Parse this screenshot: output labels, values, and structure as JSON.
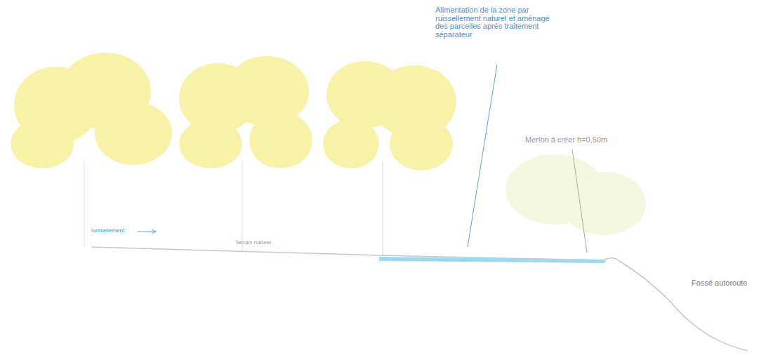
{
  "diagram": {
    "labels": [
      "Alimentation de la zone par ruissellement naturel et aménagé des parcelles après traitement séparateur",
      "Merlon à créer h=0,50m",
      "ruissellement",
      "Terrain naturel",
      "Fossé autoroute"
    ]
  }
}
